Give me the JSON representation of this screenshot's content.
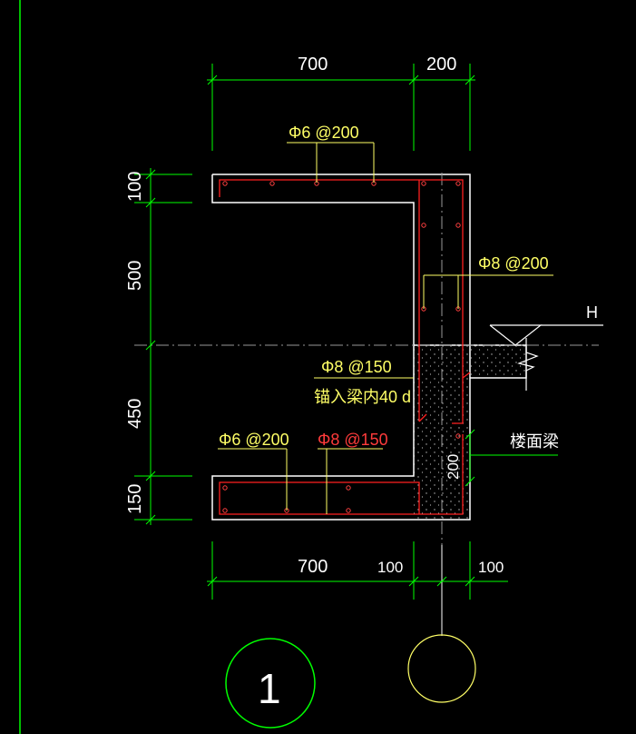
{
  "dimensions": {
    "top_left": "700",
    "top_right": "200",
    "left_1": "100",
    "left_2": "500",
    "left_3": "450",
    "left_4": "150",
    "bottom_left": "700",
    "bottom_mid": "100",
    "bottom_right": "100",
    "beam_height": "200"
  },
  "labels": {
    "rebar_top_slab": "Φ6 @200",
    "rebar_wall": "Φ8 @200",
    "rebar_anchor": "Φ8 @150",
    "anchor_note": "锚入梁内40 d",
    "rebar_bottom_dist": "Φ6 @200",
    "rebar_bottom_main": "Φ8 @150",
    "floor_beam": "楼面梁",
    "elevation_mark": "H"
  },
  "markers": {
    "section_number": "1"
  },
  "colors": {
    "background": "#000000",
    "outline": "#ffffff",
    "dimension": "#00ff00",
    "rebar": "#ff2020",
    "leader": "#ffff66",
    "centerline": "#aaaaaa"
  }
}
